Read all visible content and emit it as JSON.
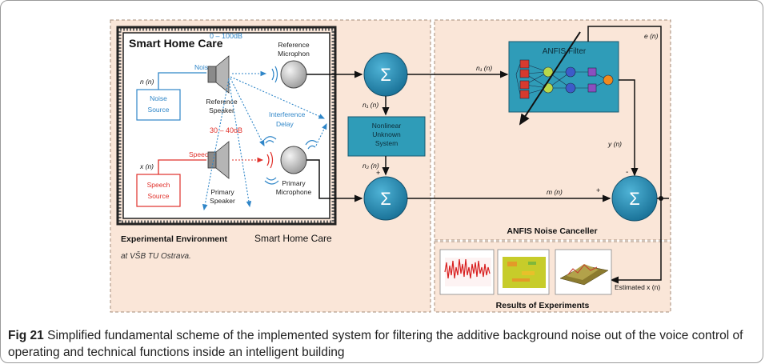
{
  "caption": {
    "label": "Fig 21",
    "text": "Simplified fundamental scheme of the implemented system for filtering the additive background noise out of the voice control of operating and technical functions inside an intelligent building"
  },
  "diagram": {
    "room_title": "Smart Home Care",
    "noise_range": "0 – 100dB",
    "speech_range": "30 – 40dB",
    "noise_label": "Noise",
    "speech_label": "Speech",
    "n_signal": "n (n)",
    "x_signal": "x (n)",
    "noise_source": [
      "Noise",
      "Source"
    ],
    "speech_source": [
      "Speech",
      "Source"
    ],
    "reference_speaker": [
      "Reference",
      "Speaker"
    ],
    "primary_speaker": [
      "Primary",
      "Speaker"
    ],
    "reference_mic": [
      "Reference",
      "Microphon"
    ],
    "primary_mic": [
      "Primary",
      "Microphone"
    ],
    "interference": [
      "Interference",
      "Delay"
    ],
    "sum_symbol": "Σ",
    "n1_out": "n₁ (n)",
    "n1_down": "n₁ (n)",
    "n2": "n₂ (n)",
    "plus": "+",
    "minus": "-",
    "nonlinear": [
      "Nonlinear",
      "Unknown",
      "System"
    ],
    "anfis_filter": "ANFIS Filter",
    "e_signal": "e (n)",
    "y_signal": "y (n)",
    "m_signal": "m (n)",
    "estimated": "Estimated x (n)",
    "env_title": "Experimental Environment",
    "env_title2": "Smart Home Care",
    "env_location": "at VŠB TU Ostrava.",
    "canceller": "ANFIS Noise Canceller",
    "results": "Results of Experiments"
  },
  "colors": {
    "panel_bg": "#fae6d8",
    "sum_blue": "#1f7fa8",
    "box_teal": "#2f9cb8",
    "noise_blue": "#2f86c8",
    "speech_red": "#e0302a"
  }
}
